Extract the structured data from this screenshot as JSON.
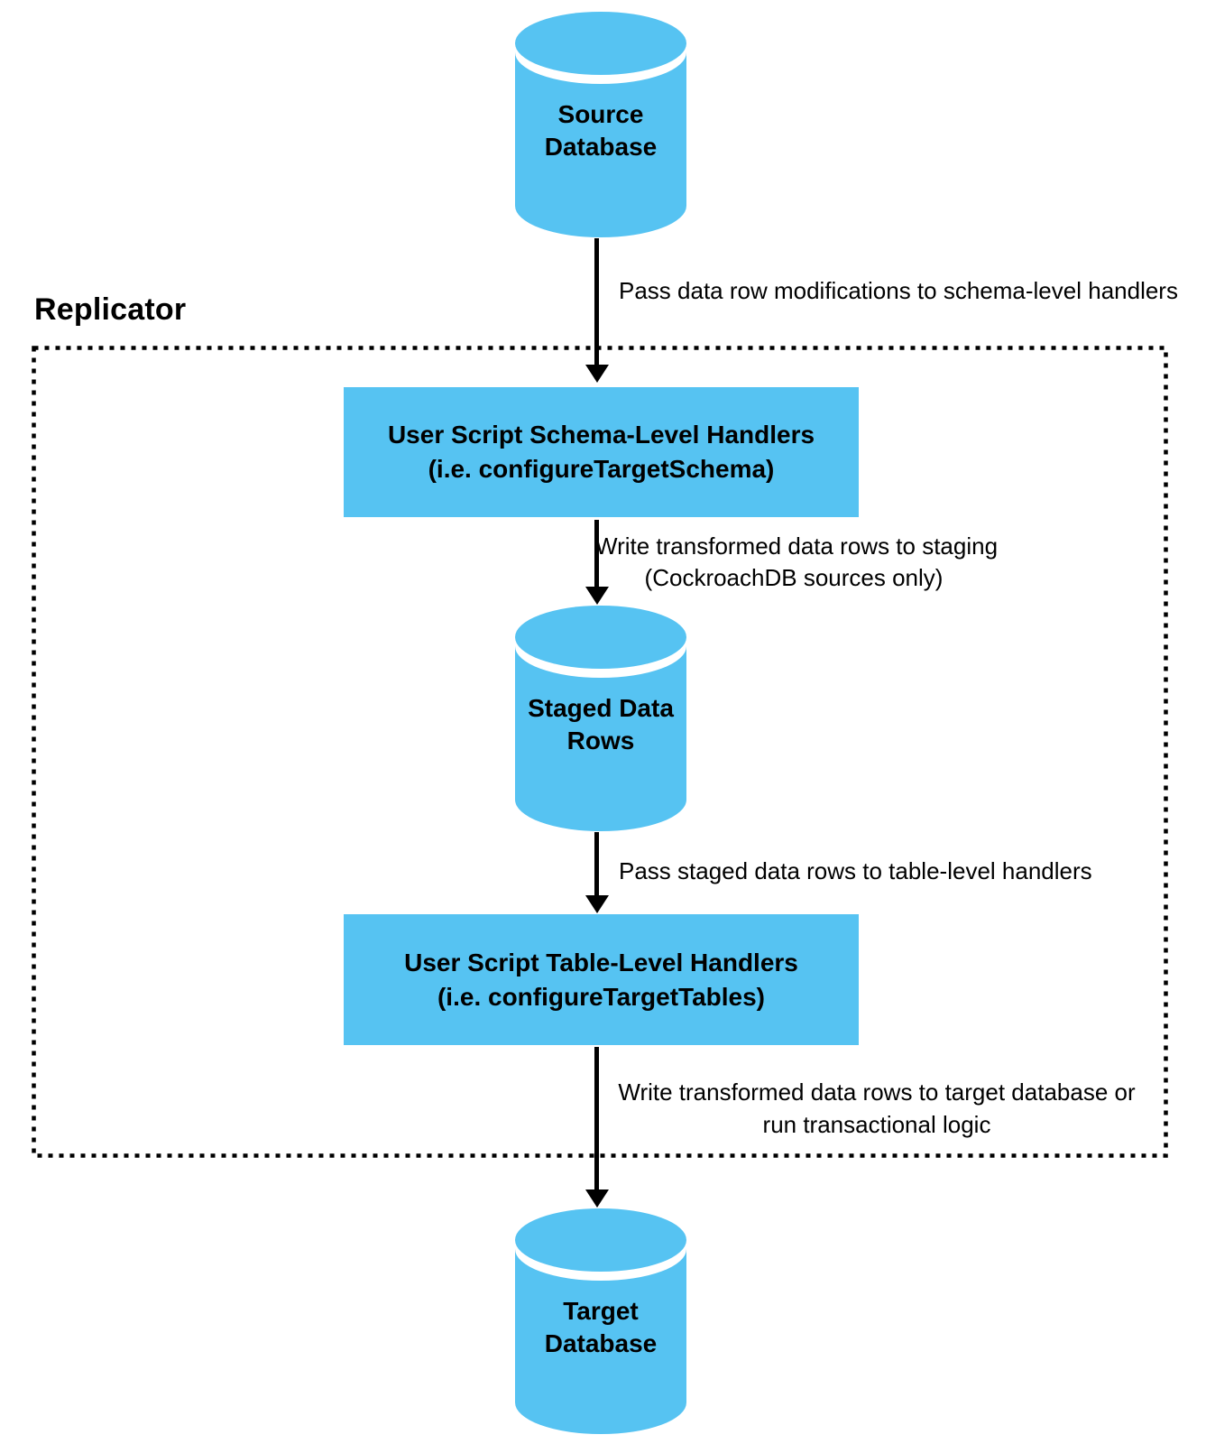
{
  "diagram": {
    "replicator_label": "Replicator",
    "nodes": {
      "source_db": {
        "label": "Source\nDatabase"
      },
      "schema_handlers": {
        "label": "User Script Schema-Level Handlers\n(i.e. configureTargetSchema)"
      },
      "staged_rows": {
        "label": "Staged Data\nRows"
      },
      "table_handlers": {
        "label": "User Script Table-Level Handlers\n(i.e. configureTargetTables)"
      },
      "target_db": {
        "label": "Target\nDatabase"
      }
    },
    "edges": {
      "source_to_schema": "Pass data row modifications to schema-level handlers",
      "schema_to_staging": "Write transformed data rows to staging\n(CockroachDB sources only)",
      "staging_to_table": "Pass staged data rows to table-level handlers",
      "table_to_target": "Write transformed data rows to target database or\nrun transactional logic"
    },
    "colors": {
      "node_fill": "#56C3F2",
      "outline": "#000000",
      "text": "#000000",
      "background": "#FFFFFF"
    }
  }
}
